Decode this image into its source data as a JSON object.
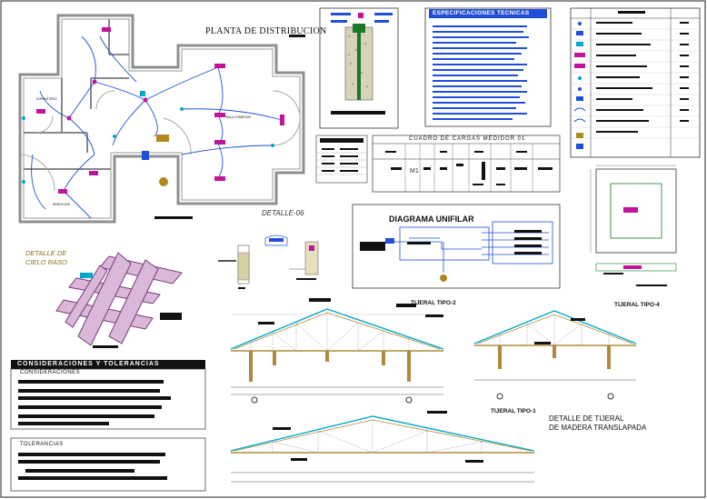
{
  "sheet": {
    "plan_title": "PLANTA DE DISTRIBUCION",
    "detalle_06": "DETALLE-06",
    "detalle_cielo_raso": "DETALLE DE CIELO RASO",
    "diagrama_unifilar": "DIAGRAMA UNIFILAR",
    "cuadro_cargas": "CUADRO DE CARGAS MEDIDOR 01",
    "especificaciones": "ESPECIFICACIONES TECNICAS",
    "consideraciones_title": "CONSIDERACIONES Y TOLERANCIAS",
    "consideraciones": "CONSIDERACIONES",
    "tolerancias": "TOLERANCIAS",
    "tijeral_2": "TIJERAL TIPO-2",
    "tijeral_4": "TIJERAL TIPO-4",
    "tijeral_1": "TIJERAL TIPO-1",
    "detalle_tijeral_1": "DETALLE DE TIJERAL",
    "detalle_tijeral_2": "DE MADERA TRANSLAPADA",
    "cuadro_m1": "M1",
    "room_dormitorio": "DORMITORIO",
    "room_sala": "SALA COMEDOR",
    "room_servicio": "SERVICIOS"
  },
  "colors": {
    "blue": "#1f4fd8",
    "cyan": "#00a8c8",
    "magenta": "#c0149a",
    "wall": "#8a8a8a",
    "gold": "#b08a1e",
    "wood": "#b08a3c"
  }
}
